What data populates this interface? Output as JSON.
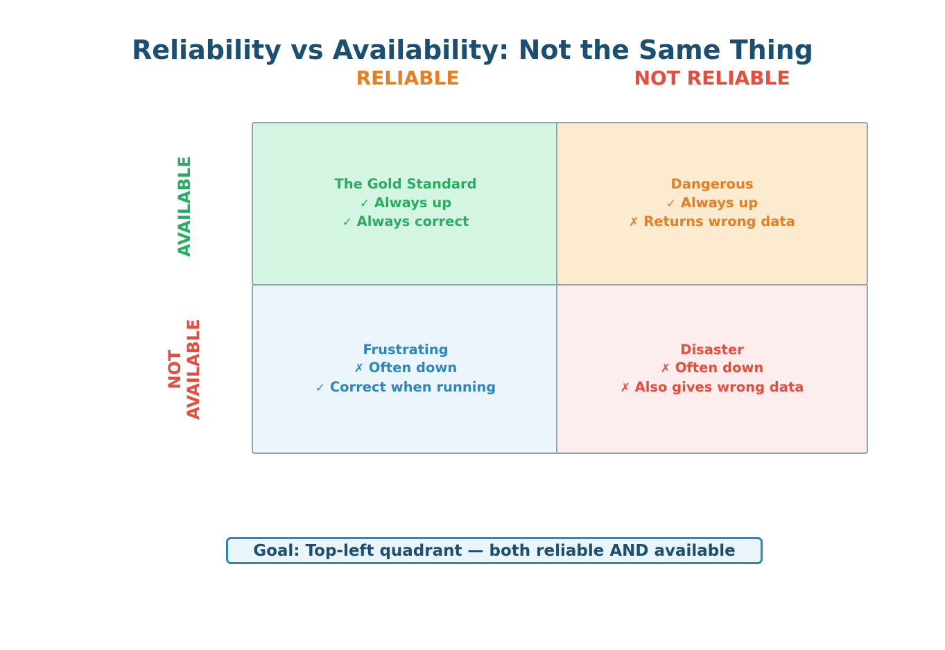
{
  "title": "Reliability vs Availability: Not the Same Thing",
  "columns": [
    {
      "label": "RELIABLE",
      "color": "#e67e22"
    },
    {
      "label": "NOT RELIABLE",
      "color": "#e74c3c"
    }
  ],
  "rows": [
    {
      "label": "AVAILABLE",
      "color": "#27ae60"
    },
    {
      "label": "NOT\nAVAILABLE",
      "color": "#e74c3c"
    }
  ],
  "quadrants": {
    "top_left": {
      "title": "The Gold Standard",
      "items": [
        {
          "mark": "✓",
          "mark_icon": "check-icon",
          "text": "Always up"
        },
        {
          "mark": "✓",
          "mark_icon": "check-icon",
          "text": "Always correct"
        }
      ],
      "text_color": "#27ae60",
      "background": "#d5f5e3"
    },
    "top_right": {
      "title": "Dangerous",
      "items": [
        {
          "mark": "✓",
          "mark_icon": "check-icon",
          "text": "Always up"
        },
        {
          "mark": "✗",
          "mark_icon": "cross-icon",
          "text": "Returns wrong data"
        }
      ],
      "text_color": "#e67e22",
      "background": "#fdebd0"
    },
    "bottom_left": {
      "title": "Frustrating",
      "items": [
        {
          "mark": "✗",
          "mark_icon": "cross-icon",
          "text": "Often down"
        },
        {
          "mark": "✓",
          "mark_icon": "check-icon",
          "text": "Correct when running"
        }
      ],
      "text_color": "#2e86c1",
      "background": "#ebf5fb"
    },
    "bottom_right": {
      "title": "Disaster",
      "items": [
        {
          "mark": "✗",
          "mark_icon": "cross-icon",
          "text": "Often down"
        },
        {
          "mark": "✗",
          "mark_icon": "cross-icon",
          "text": "Also gives wrong data"
        }
      ],
      "text_color": "#e74c3c",
      "background": "#fdedec"
    }
  },
  "goal": {
    "text": "Goal: Top-left quadrant — both reliable AND available",
    "border_color": "#2e86c1",
    "background": "#eaf4fb",
    "text_color": "#1b4f72"
  },
  "colors": {
    "title": "#1b4f72",
    "quadrant_border": "#95a5a6"
  }
}
